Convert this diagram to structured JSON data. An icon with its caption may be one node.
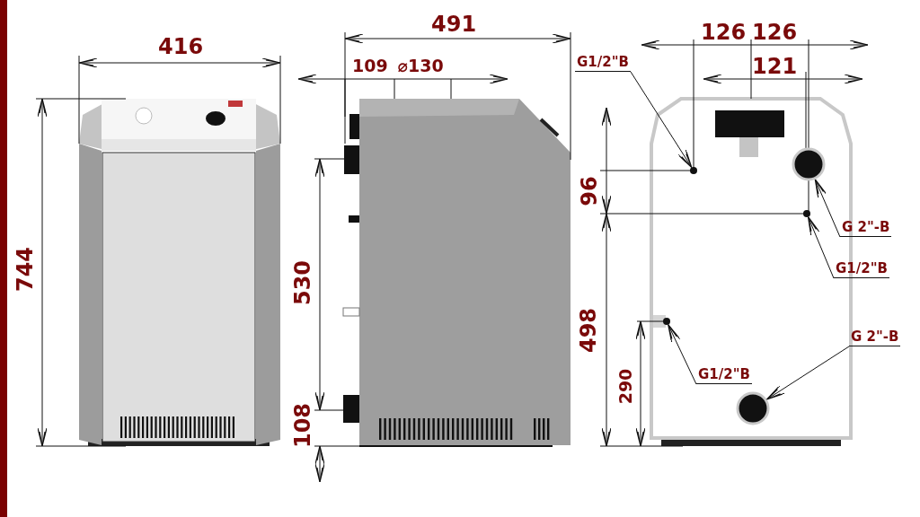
{
  "diagram": {
    "nodes": [
      {
        "text": [
          "G1/2\"B"
        ]
      },
      {
        "text": [],
        "shape": "circle"
      },
      {
        "text": [
          "G 2\"-B"
        ]
      },
      {
        "text": [],
        "shape": "circle"
      },
      {
        "text": [
          "G1/2\"B"
        ]
      },
      {
        "text": [],
        "shape": "circle"
      },
      {
        "text": [
          "G1/2\"B"
        ]
      },
      {
        "text": [],
        "shape": "circle"
      },
      {
        "text": [
          "G 2\"-B"
        ]
      },
      {
        "text": [],
        "shape": "circle"
      }
    ],
    "edges": [
      {
        "from": 0,
        "to": 1,
        "arrow": "to"
      },
      {
        "from": 2,
        "to": 3,
        "arrow": "to"
      },
      {
        "from": 4,
        "to": 5,
        "arrow": "to"
      },
      {
        "from": 6,
        "to": 7,
        "arrow": "to"
      },
      {
        "from": 8,
        "to": 9,
        "arrow": "to"
      }
    ],
    "labels": [
      "416",
      "491",
      "126",
      "126",
      "109",
      "⌀130",
      "121",
      "744",
      "530",
      "96",
      "498",
      "290",
      "108"
    ]
  }
}
